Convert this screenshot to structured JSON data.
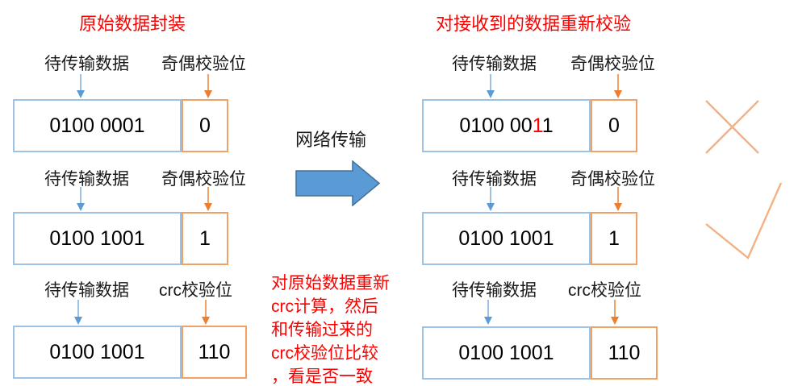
{
  "colors": {
    "accent_blue": "#5B9BD5",
    "light_blue": "#9CC2E5",
    "accent_orange": "#ED7D31",
    "box_orange_border": "#F0A166",
    "light_orange": "#F4B183",
    "big_arrow_border": "#41719C",
    "error_red": "#FF0000"
  },
  "left_panel": {
    "title": "原始数据封装",
    "rows": [
      {
        "data_label": "待传输数据",
        "check_label": "奇偶校验位",
        "data_value": "0100 0001",
        "check_value": "0"
      },
      {
        "data_label": "待传输数据",
        "check_label": "奇偶校验位",
        "data_value": "0100 1001",
        "check_value": "1"
      },
      {
        "data_label": "待传输数据",
        "check_label": "crc校验位",
        "data_value": "0100 1001",
        "check_value": "110"
      }
    ]
  },
  "middle": {
    "network_label": "网络传输",
    "note_lines": [
      "对原始数据重新",
      "crc计算，然后",
      "和传输过来的",
      "crc校验位比较",
      "，看是否一致"
    ]
  },
  "right_panel": {
    "title": "对接收到的数据重新校验",
    "rows": [
      {
        "data_label": "待传输数据",
        "check_label": "奇偶校验位",
        "data_prefix": "0100 00",
        "data_error_bit": "1",
        "data_suffix": "1",
        "check_value": "0",
        "result": "fail"
      },
      {
        "data_label": "待传输数据",
        "check_label": "奇偶校验位",
        "data_value": "0100 1001",
        "check_value": "1",
        "result": "pass"
      },
      {
        "data_label": "待传输数据",
        "check_label": "crc校验位",
        "data_value": "0100 1001",
        "check_value": "110",
        "result": ""
      }
    ]
  }
}
